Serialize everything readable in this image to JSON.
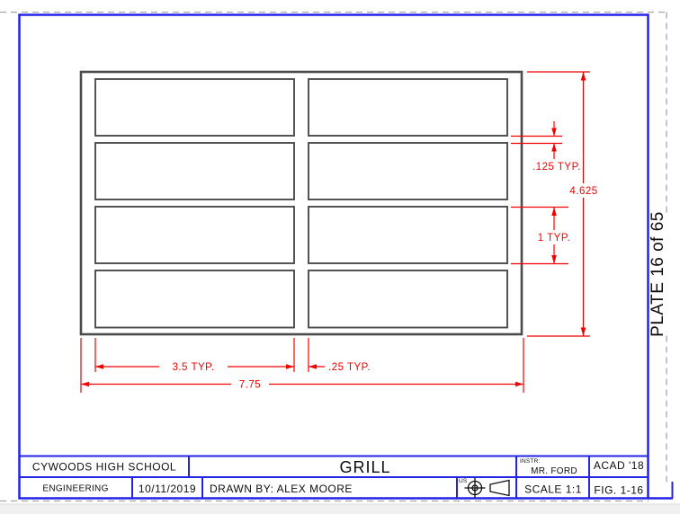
{
  "sheet": {
    "plate_label": "PLATE 16 of 65"
  },
  "drawing": {
    "dimensions": {
      "slot_gap_vertical": ".125 TYP.",
      "overall_height": "4.625",
      "slot_height": "1 TYP.",
      "slot_width": "3.5 TYP.",
      "slot_gap_horizontal": ".25 TYP.",
      "overall_width": "7.75"
    },
    "colors": {
      "dimension_red": "#f20000",
      "geometry_gray": "#4b4b4b",
      "border_blue": "#2323e8"
    }
  },
  "title_block": {
    "school": "CYWOODS HIGH SCHOOL",
    "department": "ENGINEERING",
    "date": "10/11/2019",
    "drawn_by": "DRAWN BY:  ALEX MOORE",
    "drawing_title": "GRILL",
    "instructor_label": "INSTR:",
    "instructor": "MR. FORD",
    "acad_version": "ACAD '18",
    "scale": "SCALE 1:1",
    "figure": "FIG. 1-16",
    "projection_label": "US"
  }
}
